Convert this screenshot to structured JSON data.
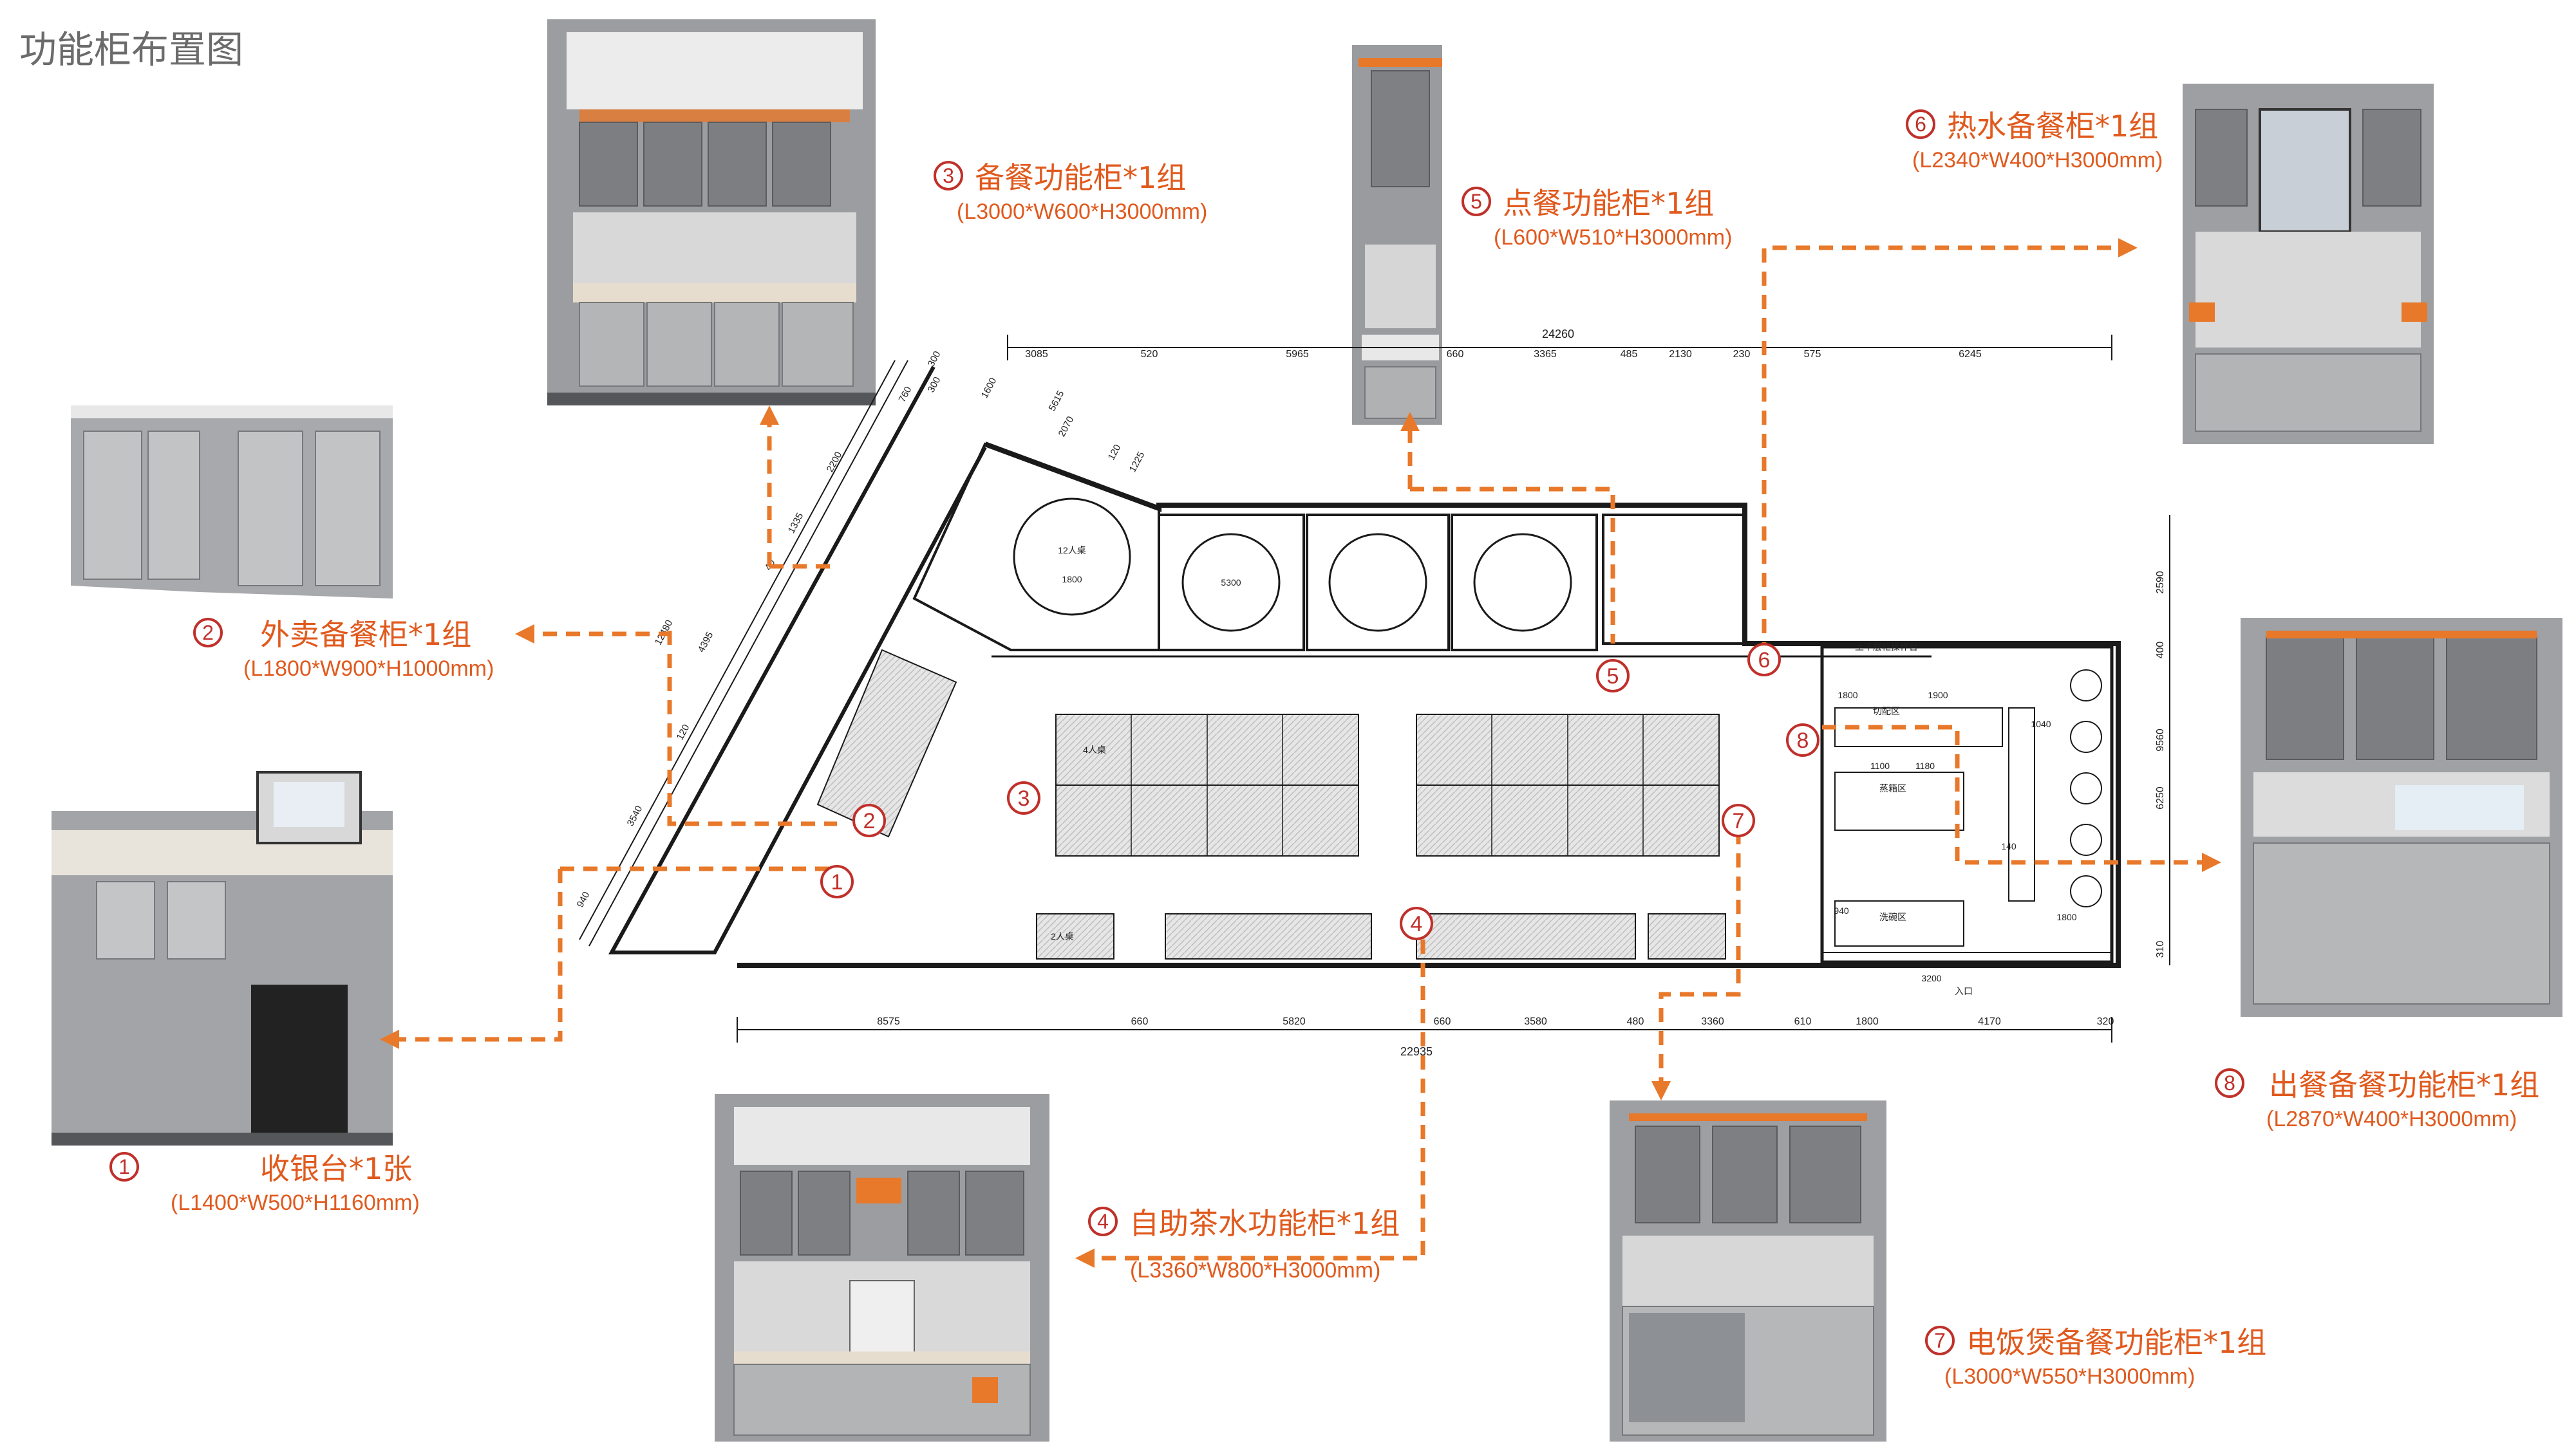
{
  "page_title": "功能柜布置图",
  "cabinets": [
    {
      "num": "1",
      "name": "收银台*1张",
      "dims": "(L1400*W500*H1160mm)"
    },
    {
      "num": "2",
      "name": "外卖备餐柜*1组",
      "dims": "(L1800*W900*H1000mm)"
    },
    {
      "num": "3",
      "name": "备餐功能柜*1组",
      "dims": "(L3000*W600*H3000mm)"
    },
    {
      "num": "4",
      "name": "自助茶水功能柜*1组",
      "dims": "(L3360*W800*H3000mm)"
    },
    {
      "num": "5",
      "name": "点餐功能柜*1组",
      "dims": "(L600*W510*H3000mm)"
    },
    {
      "num": "6",
      "name": "热水备餐柜*1组",
      "dims": "(L2340*W400*H3000mm)"
    },
    {
      "num": "7",
      "name": "电饭煲备餐功能柜*1组",
      "dims": "(L3000*W550*H3000mm)"
    },
    {
      "num": "8",
      "name": "出餐备餐功能柜*1组",
      "dims": "(L2870*W400*H3000mm)"
    }
  ],
  "plan": {
    "top_total": "24260",
    "top_dims": [
      "3085",
      "520",
      "5965",
      "660",
      "3365",
      "485",
      "2130",
      "230",
      "575",
      "6245"
    ],
    "bottom_total": "22935",
    "bottom_dims": [
      "8575",
      "660",
      "5820",
      "660",
      "3580",
      "480",
      "3360",
      "610",
      "1800",
      "4170",
      "320"
    ],
    "right_dims": [
      "2590",
      "400",
      "9560",
      "6250",
      "310"
    ],
    "angled_dims": [
      "300",
      "300",
      "1600",
      "5615",
      "2070",
      "120",
      "1225",
      "760",
      "2200",
      "1335",
      "40",
      "12480",
      "4395",
      "120",
      "3540",
      "940"
    ],
    "room_labels": [
      "12人桌",
      "1800",
      "5300",
      "4人桌",
      "2人桌",
      "切配区",
      "上下层柜操作台",
      "蒸箱区",
      "洗碗区",
      "1100",
      "1180",
      "1800",
      "1900",
      "入口",
      "3200",
      "1800",
      "940",
      "1040",
      "140"
    ]
  },
  "colors": {
    "accent": "#e8782a",
    "marker": "#c0302a",
    "wall": "#1a1a1a",
    "cabinet": "#a9aaac"
  }
}
